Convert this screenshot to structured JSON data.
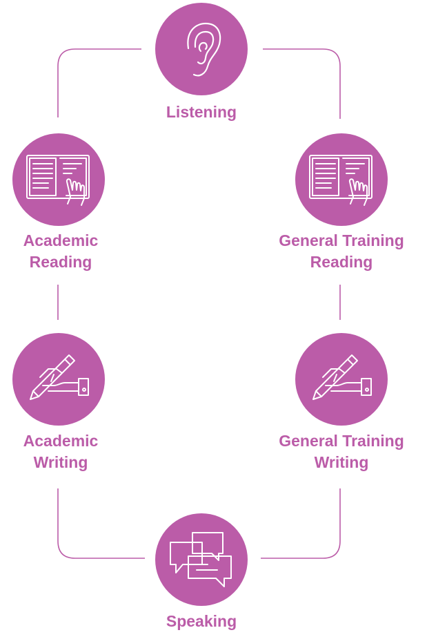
{
  "accent_color": "#bb5ca8",
  "line_color": "#bb5ca8",
  "nodes": {
    "listening": {
      "label": "Listening",
      "icon": "ear-icon"
    },
    "academic_reading": {
      "label": "Academic\nReading",
      "icon": "book-reading-icon"
    },
    "gt_reading": {
      "label": "General Training\nReading",
      "icon": "book-reading-icon"
    },
    "academic_writing": {
      "label": "Academic\nWriting",
      "icon": "hand-writing-icon"
    },
    "gt_writing": {
      "label": "General Training\nWriting",
      "icon": "hand-writing-icon"
    },
    "speaking": {
      "label": "Speaking",
      "icon": "speech-bubbles-icon"
    }
  }
}
